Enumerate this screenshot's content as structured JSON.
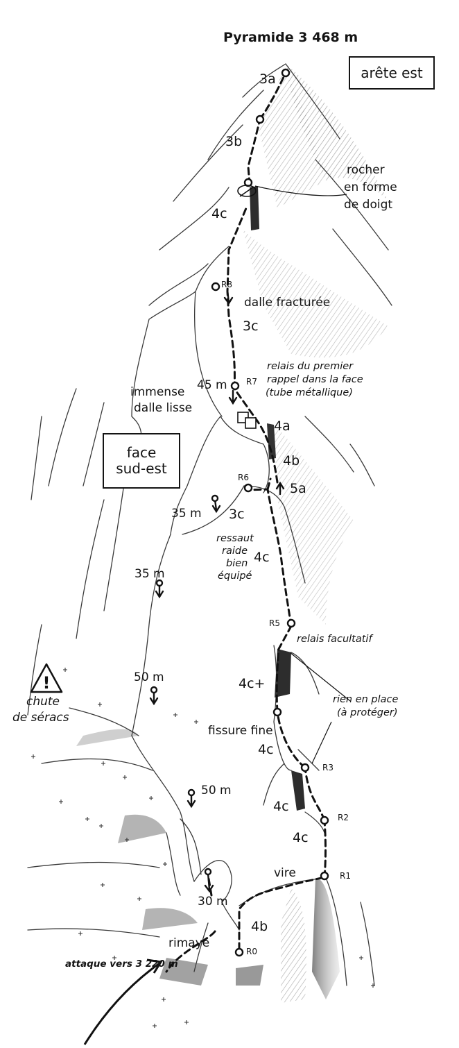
{
  "title": "Pyramide 3 468 m",
  "zones": {
    "arete": "arête est",
    "face_line1": "face",
    "face_line2": "sud-est"
  },
  "notes": {
    "rocher_1": "rocher",
    "rocher_2": "en forme",
    "rocher_3": "de doigt",
    "dalle_fracturee": "dalle fracturée",
    "immense_1": "immense",
    "immense_2": "dalle lisse",
    "relais_1": "relais du premier",
    "relais_2": "rappel dans la face",
    "relais_3": "(tube métallique)",
    "ressaut_1": "ressaut",
    "ressaut_2": "raide",
    "ressaut_3": "bien",
    "ressaut_4": "équipé",
    "relais_facultatif": "relais facultatif",
    "rien_1": "rien en place",
    "rien_2": "(à protéger)",
    "fissure_fine": "fissure fine",
    "vire": "vire",
    "rimaye": "rimaye",
    "attaque": "attaque vers 3 220 m",
    "chute_1": "chute",
    "chute_2": "de séracs"
  },
  "grades": {
    "g3a": "3a",
    "g3b": "3b",
    "g4c_top": "4c",
    "g3c_r8": "3c",
    "g4a": "4a",
    "g4b": "4b",
    "g5a": "5a",
    "g3c_r6": "3c",
    "g4c_ressaut": "4c",
    "g4c_plus": "4c+",
    "g4c_fissure": "4c",
    "g4c_r3": "4c",
    "g4c_r2": "4c",
    "g4b_r0": "4b"
  },
  "relays": {
    "r8": "R8",
    "r7": "R7",
    "r6": "R6",
    "r5": "R5",
    "r3": "R3",
    "r2": "R2",
    "r1": "R1",
    "r0": "R0"
  },
  "rappels": {
    "d45": "45 m",
    "d35a": "35 m",
    "d35b": "35 m",
    "d50a": "50 m",
    "d50b": "50 m",
    "d30": "30 m"
  },
  "hazard": {
    "symbol": "!"
  }
}
